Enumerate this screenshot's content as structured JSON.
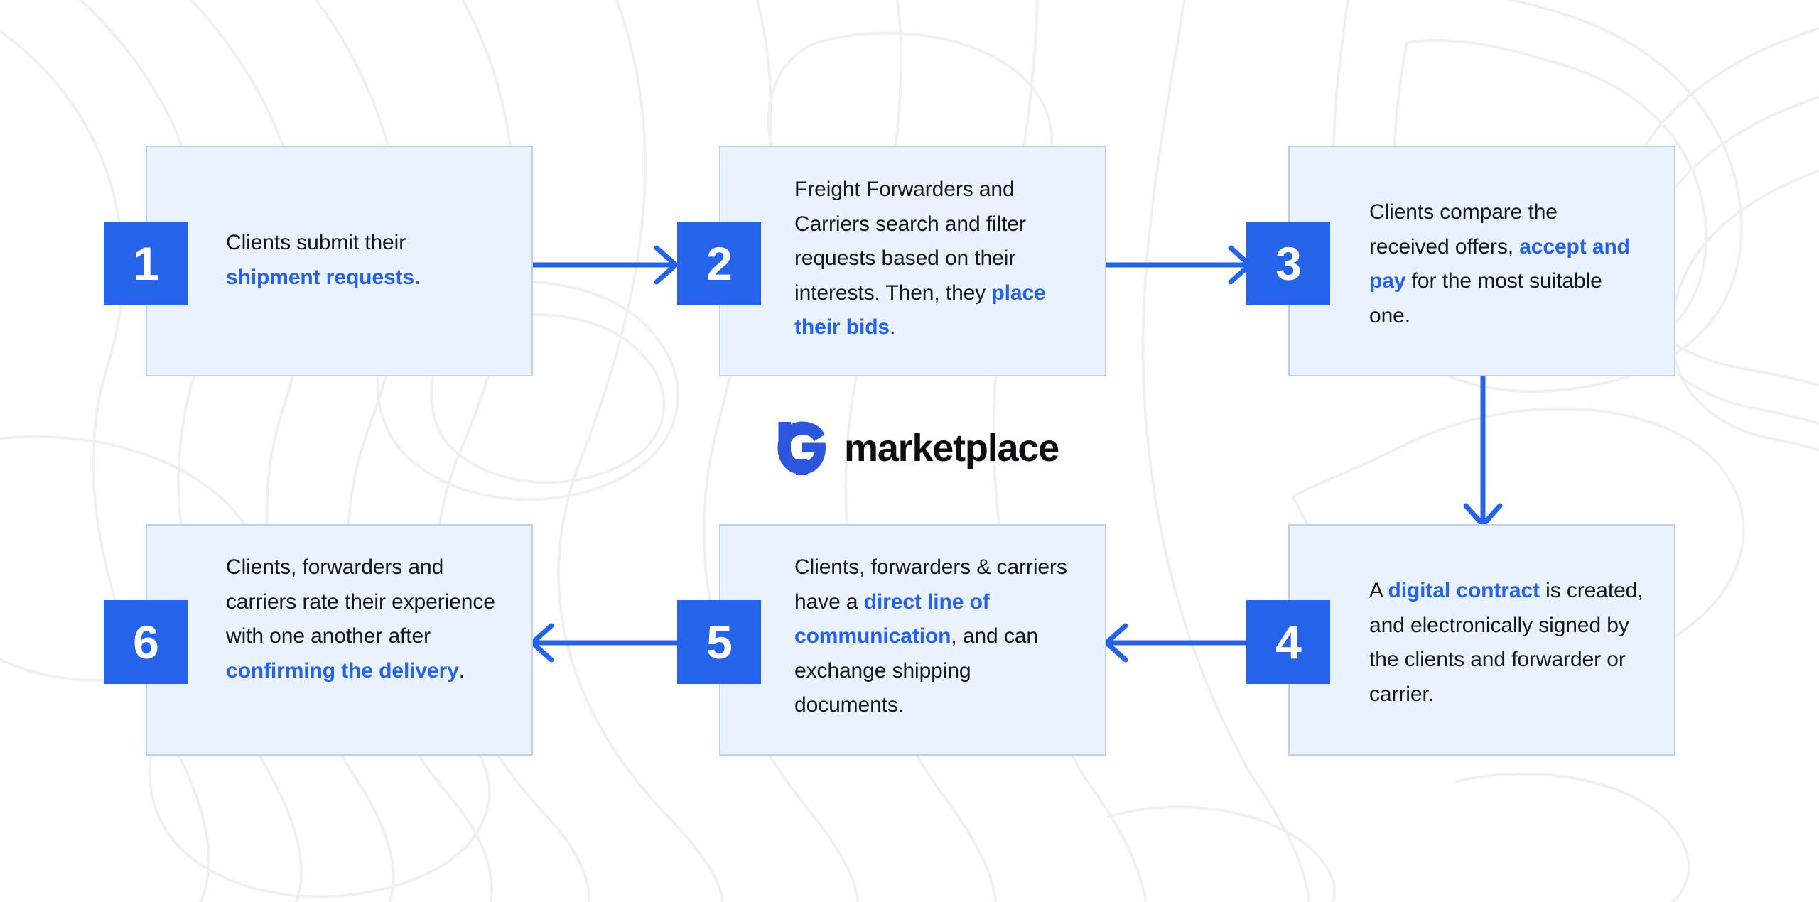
{
  "theme": {
    "accent": "#2563e8",
    "card_fill": "#eaf2fe",
    "card_border": "#bed0f2",
    "text": "#14161a",
    "background": "#ffffff",
    "topo_line": "#f0f0f0"
  },
  "logo": {
    "mark_name": "marketplace-logo-mark",
    "wordmark": "marketplace"
  },
  "steps": [
    {
      "number": "1",
      "name": "step-1",
      "segments": [
        {
          "text": "Clients submit their ",
          "highlight": false
        },
        {
          "text": "shipment requests.",
          "highlight": true
        }
      ]
    },
    {
      "number": "2",
      "name": "step-2",
      "segments": [
        {
          "text": "Freight Forwarders and Carriers search and filter requests based on their interests. Then, they ",
          "highlight": false
        },
        {
          "text": "place their bids",
          "highlight": true
        },
        {
          "text": ".",
          "highlight": false
        }
      ]
    },
    {
      "number": "3",
      "name": "step-3",
      "segments": [
        {
          "text": "Clients compare the received offers, ",
          "highlight": false
        },
        {
          "text": "accept and pay",
          "highlight": true
        },
        {
          "text": " for the most suitable one.",
          "highlight": false
        }
      ]
    },
    {
      "number": "4",
      "name": "step-4",
      "segments": [
        {
          "text": "A ",
          "highlight": false
        },
        {
          "text": "digital contract",
          "highlight": true
        },
        {
          "text": " is created, and electronically signed by the clients and forwarder or carrier.",
          "highlight": false
        }
      ]
    },
    {
      "number": "5",
      "name": "step-5",
      "segments": [
        {
          "text": "Clients, forwarders & carriers have a ",
          "highlight": false
        },
        {
          "text": "direct line of communication",
          "highlight": true
        },
        {
          "text": ", and can exchange shipping documents.",
          "highlight": false
        }
      ]
    },
    {
      "number": "6",
      "name": "step-6",
      "segments": [
        {
          "text": "Clients, forwarders and carriers rate their experience with one another after ",
          "highlight": false
        },
        {
          "text": "confirming the delivery",
          "highlight": true
        },
        {
          "text": ".",
          "highlight": false
        }
      ]
    }
  ],
  "connectors": [
    {
      "name": "arrow-step1-to-step2",
      "direction": "right"
    },
    {
      "name": "arrow-step2-to-step3",
      "direction": "right"
    },
    {
      "name": "arrow-step3-to-step4",
      "direction": "down"
    },
    {
      "name": "arrow-step4-to-step5",
      "direction": "left"
    },
    {
      "name": "arrow-step5-to-step6",
      "direction": "left"
    }
  ]
}
